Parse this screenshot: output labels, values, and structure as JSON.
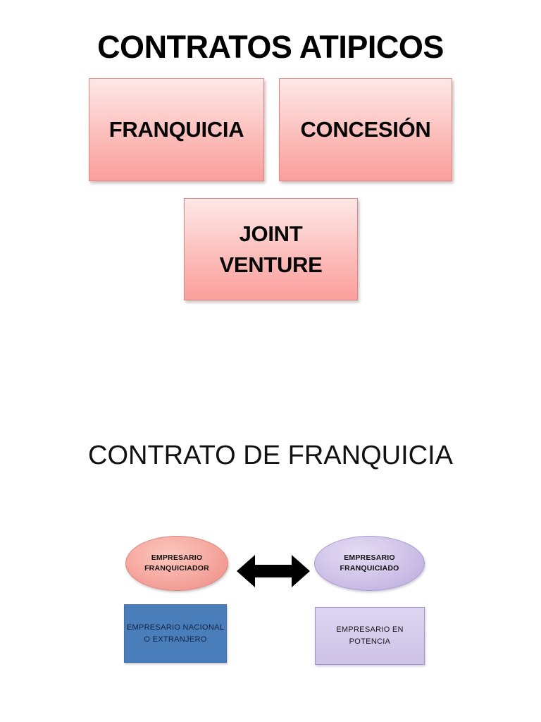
{
  "slide": {
    "background_color": "#ffffff",
    "title": "CONTRATOS ATIPICOS",
    "section_title": "CONTRATO DE FRANQUICIA"
  },
  "contract_boxes": [
    {
      "id": "franquicia",
      "label": "FRANQUICIA",
      "fill_top": "#fde7e6",
      "fill_bottom": "#fb9f9c",
      "border": "#d98a86"
    },
    {
      "id": "concesion",
      "label": "CONCESIÓN",
      "fill_top": "#fde7e6",
      "fill_bottom": "#fb9f9c",
      "border": "#d98a86"
    },
    {
      "id": "joint_venture",
      "label": "JOINT\nVENTURE",
      "fill_top": "#fde7e6",
      "fill_bottom": "#fb9f9c",
      "border": "#d98a86"
    }
  ],
  "franchise_diagram": {
    "left_party": {
      "ellipse_label": "EMPRESARIO\nFRANQUICIADOR",
      "ellipse_color": "#f5aba3",
      "box_label": "EMPRESARIO NACIONAL\nO EXTRANJERO",
      "box_color": "#4a7ebb",
      "box_text_color": "#10233f"
    },
    "right_party": {
      "ellipse_label": "EMPRESARIO\nFRANQUICIADO",
      "ellipse_color": "#c9bde4",
      "box_label": "EMPRESARIO EN\nPOTENCIA",
      "box_color": "#d6cdec",
      "box_text_color": "#15151c"
    },
    "connector": {
      "icon": "double-arrow-icon",
      "color": "#000000",
      "direction": "bidirectional"
    }
  }
}
